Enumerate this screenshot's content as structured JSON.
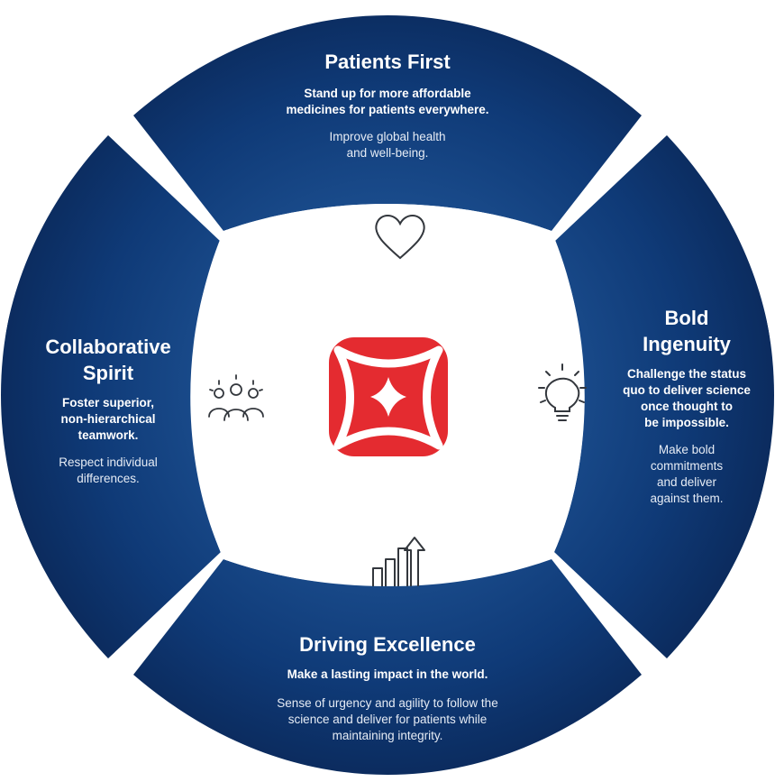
{
  "colors": {
    "segment_dark": "#0b2a5c",
    "segment_light": "#1e5293",
    "center_fill": "#ffffff",
    "logo_red": "#e42b30",
    "icon_stroke": "#33373d"
  },
  "segments": {
    "top": {
      "title": "Patients First",
      "tagline_1": "Stand up for more affordable",
      "tagline_2": "medicines for patients everywhere.",
      "body_1": "Improve global health",
      "body_2": "and well-being.",
      "icon": "heart-icon"
    },
    "right": {
      "title_1": "Bold",
      "title_2": "Ingenuity",
      "tagline_1": "Challenge the status",
      "tagline_2": "quo to deliver science",
      "tagline_3": "once thought to",
      "tagline_4": "be impossible.",
      "body_1": "Make bold",
      "body_2": "commitments",
      "body_3": "and deliver",
      "body_4": "against them.",
      "icon": "lightbulb-icon"
    },
    "bottom": {
      "title": "Driving Excellence",
      "tagline_1": "Make a lasting impact in the world.",
      "body_1": "Sense of urgency and agility to follow the",
      "body_2": "science and deliver for patients while",
      "body_3": "maintaining integrity.",
      "icon": "growth-chart-icon"
    },
    "left": {
      "title_1": "Collaborative",
      "title_2": "Spirit",
      "tagline_1": "Foster superior,",
      "tagline_2": "non-hierarchical",
      "tagline_3": "teamwork.",
      "body_1": "Respect individual",
      "body_2": "differences.",
      "icon": "team-icon"
    }
  },
  "center": {
    "icon": "company-logo"
  }
}
